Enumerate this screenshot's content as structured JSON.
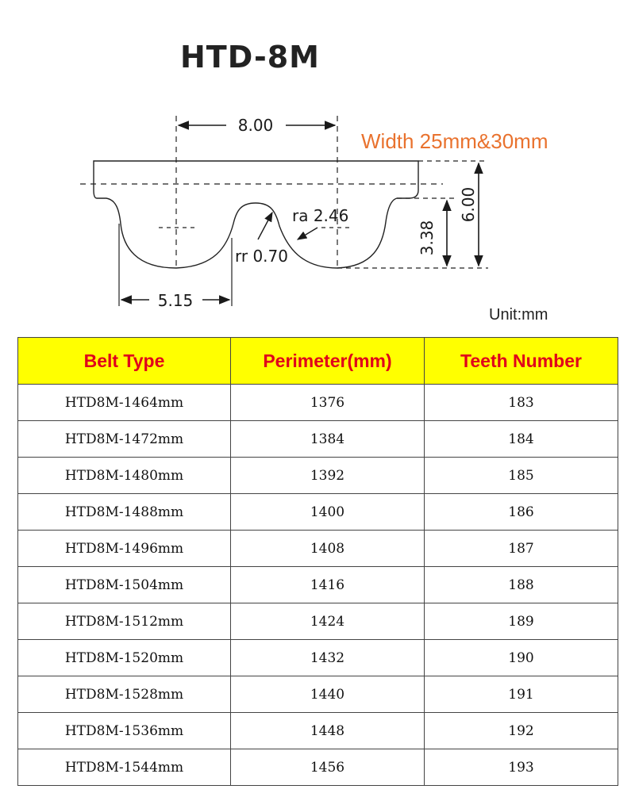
{
  "title": "HTD-8M",
  "width_note": "Width 25mm&30mm",
  "unit_label": "Unit:mm",
  "dimensions": {
    "pitch": "8.00",
    "height": "6.00",
    "tooth_height": "3.38",
    "ra": "ra 2.46",
    "rr": "rr 0.70",
    "tooth_width": "5.15"
  },
  "table": {
    "headers": [
      "Belt Type",
      "Perimeter(mm)",
      "Teeth Number"
    ],
    "rows": [
      [
        "HTD8M-1464mm",
        "1376",
        "183"
      ],
      [
        "HTD8M-1472mm",
        "1384",
        "184"
      ],
      [
        "HTD8M-1480mm",
        "1392",
        "185"
      ],
      [
        "HTD8M-1488mm",
        "1400",
        "186"
      ],
      [
        "HTD8M-1496mm",
        "1408",
        "187"
      ],
      [
        "HTD8M-1504mm",
        "1416",
        "188"
      ],
      [
        "HTD8M-1512mm",
        "1424",
        "189"
      ],
      [
        "HTD8M-1520mm",
        "1432",
        "190"
      ],
      [
        "HTD8M-1528mm",
        "1440",
        "191"
      ],
      [
        "HTD8M-1536mm",
        "1448",
        "192"
      ],
      [
        "HTD8M-1544mm",
        "1456",
        "193"
      ]
    ]
  },
  "colors": {
    "header_bg": "#ffff00",
    "header_text": "#e0001b",
    "accent": "#e9722e"
  }
}
